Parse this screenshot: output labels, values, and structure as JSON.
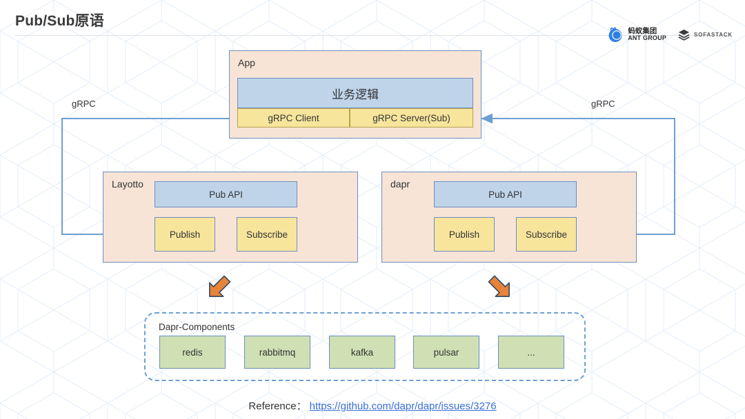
{
  "slide": {
    "title": "Pub/Sub原语"
  },
  "logos": [
    {
      "name": "ant-group-logo",
      "cn": "蚂蚁集团",
      "en": "ANT GROUP"
    },
    {
      "name": "sofastack-logo",
      "text": "SOFASTACK"
    }
  ],
  "diagram": {
    "app": {
      "label": "App",
      "business_logic": "业务逻辑",
      "grpc_client": "gRPC Client",
      "grpc_server": "gRPC Server(Sub)"
    },
    "layotto": {
      "label": "Layotto",
      "pub_api": "Pub API",
      "publish": "Publish",
      "subscribe": "Subscribe"
    },
    "dapr": {
      "label": "dapr",
      "pub_api": "Pub API",
      "publish": "Publish",
      "subscribe": "Subscribe"
    },
    "components": {
      "label": "Dapr-Components",
      "items": [
        "redis",
        "rabbitmq",
        "kafka",
        "pulsar",
        "..."
      ]
    },
    "edge_labels": {
      "grpc_left": "gRPC",
      "grpc_right": "gRPC"
    }
  },
  "footer": {
    "reference_label": "Reference：",
    "reference_url": "https://github.com/dapr/dapr/issues/3276"
  },
  "colors": {
    "group_fill": "#f7e4d7",
    "blue_fill": "#bfd4e9",
    "yellow_fill": "#f8e59c",
    "green_fill": "#cfe0b4",
    "border_blue": "#6c8ebf",
    "arrow_orange": "#e8833a",
    "link_blue": "#3a6fd8",
    "dashed_blue": "#6c9fd4"
  }
}
